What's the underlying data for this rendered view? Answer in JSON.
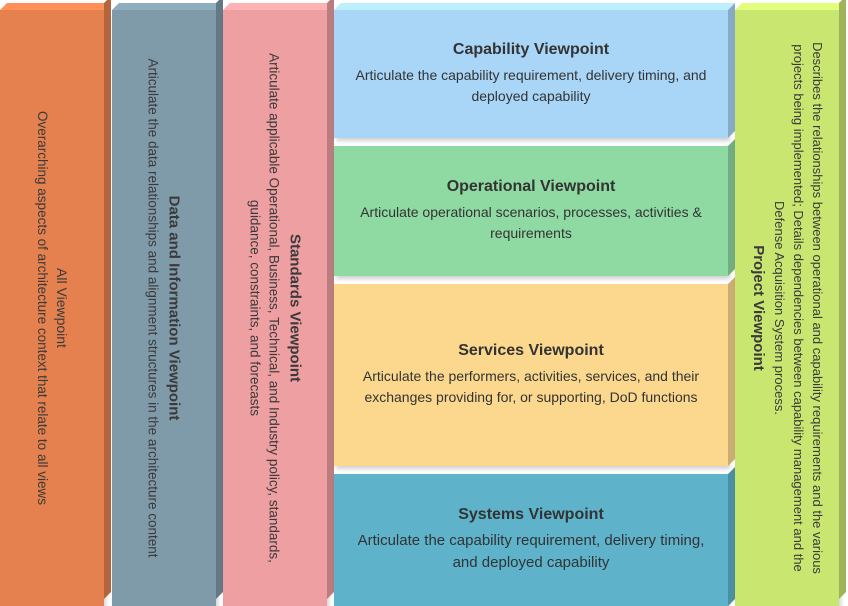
{
  "all_viewpoint": {
    "title": "All Viewpoint",
    "description": "Overarching aspects of architecture context that relate to all views",
    "color": "#E5814F"
  },
  "data_viewpoint": {
    "title": "Data and Information Viewpoint",
    "description": "Articulate the data relationships and alignment structures in the architecture content",
    "color": "#7F9BAA"
  },
  "standards_viewpoint": {
    "title": "Standards Viewpoint",
    "description": "Articulate applicable Operational, Business, Technical, and Industry policy, standards, guidance, constraints, and forecasts",
    "color": "#EE9FA1"
  },
  "capability_viewpoint": {
    "title": "Capability Viewpoint",
    "description": "Articulate the capability requirement, delivery timing, and deployed capability",
    "color": "#A9D6F7"
  },
  "operational_viewpoint": {
    "title": "Operational Viewpoint",
    "description": "Articulate operational scenarios, processes, activities & requirements",
    "color": "#8FDAA3"
  },
  "services_viewpoint": {
    "title": "Services Viewpoint",
    "description": "Articulate the performers, activities, services, and their exchanges providing for, or supporting, DoD functions",
    "color": "#FBD88E"
  },
  "systems_viewpoint": {
    "title": "Systems Viewpoint",
    "description": "Articulate the capability requirement, delivery timing, and deployed capability",
    "color": "#5EB3CB"
  },
  "project_viewpoint": {
    "title": "Project Viewpoint",
    "description": "Describes the relationships between operational and capability requirements and the various projects being implemented; Details dependencies between capability management and the Defense Acquisition System process.",
    "color": "#C9E770"
  }
}
